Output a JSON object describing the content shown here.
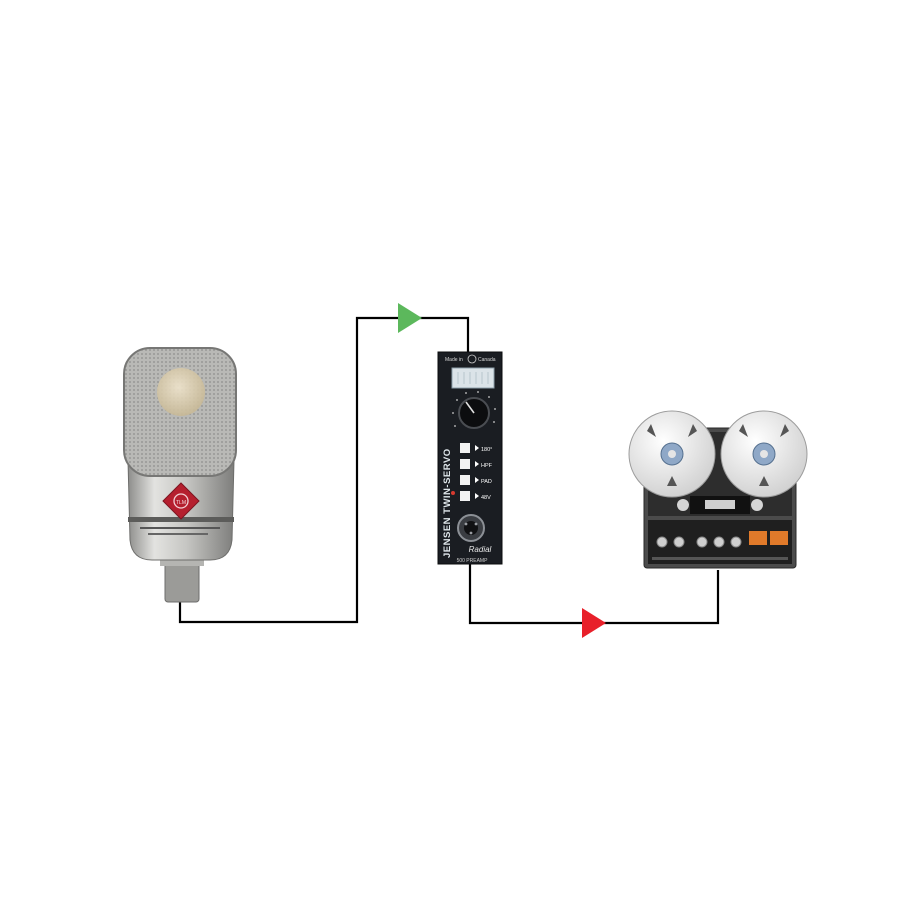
{
  "colors": {
    "background": "#ffffff",
    "cable": "#000000",
    "input_arrow": "#5cb85c",
    "output_arrow": "#e8202a",
    "preamp_face": "#1a1d22",
    "mic_body": "#c9c9c6"
  },
  "microphone": {
    "badge_text": "TLM"
  },
  "preamp": {
    "top_labels": [
      "Made in",
      "Canada"
    ],
    "brand_vertical": "JENSEN TWIN-SERVO",
    "switches": [
      "180°",
      "HPF",
      "PAD",
      "48V"
    ],
    "logo": "Radial",
    "model": "500 PREAMP"
  },
  "tape_deck": {
    "icon": "reel-to-reel-icon"
  },
  "signal_flow": {
    "input_arrow_icon": "green-arrow-icon",
    "output_arrow_icon": "red-arrow-icon"
  }
}
